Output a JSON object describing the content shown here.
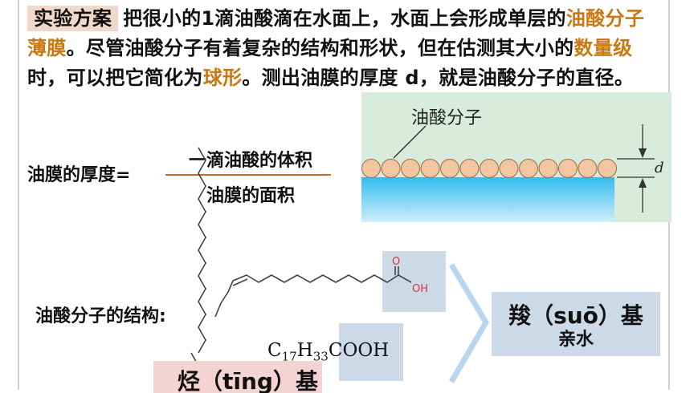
{
  "paragraph": {
    "tag": "实验方案",
    "t1": "把很小的1滴油酸滴在水面上，水面上会形成单层的",
    "h1": "油酸分子薄膜",
    "t2": "。尽管油酸分子有着复杂的结构和形状，但在估测其大小的",
    "h2": "数量级",
    "t3": "时，可以把它简化为",
    "h3": "球形",
    "t4": "。测出油膜的厚度 d，就是油酸分子的直径。"
  },
  "formula": {
    "label": "油膜的厚度=",
    "numerator": "一滴油酸的体积",
    "denominator": "油膜的面积"
  },
  "film_diagram": {
    "molecule_label": "油酸分子",
    "d_label": "d",
    "sphere_count": 13,
    "colors": {
      "background": "#d8ecde",
      "water": "#33bcef",
      "sphere": "#f2c6a0"
    }
  },
  "structure": {
    "label": "油酸分子的结构:",
    "atom_o": "O",
    "atom_oh": "OH",
    "formula_c": "C",
    "formula_c_sub": "17",
    "formula_h": "H",
    "formula_h_sub": "33",
    "formula_cooh": "COOH"
  },
  "carboxyl": {
    "title": "羧（suō）基",
    "subtitle": "亲水"
  },
  "hydrocarbon": {
    "title": "烃（tīng）基"
  },
  "colors": {
    "highlight": "#c97812",
    "tag_bg": "#f2d8cc",
    "box_blue": "#ccd9e6",
    "box_pink": "#f5d3d4",
    "chain": "#444444",
    "oxygen": "#d83a3a"
  }
}
